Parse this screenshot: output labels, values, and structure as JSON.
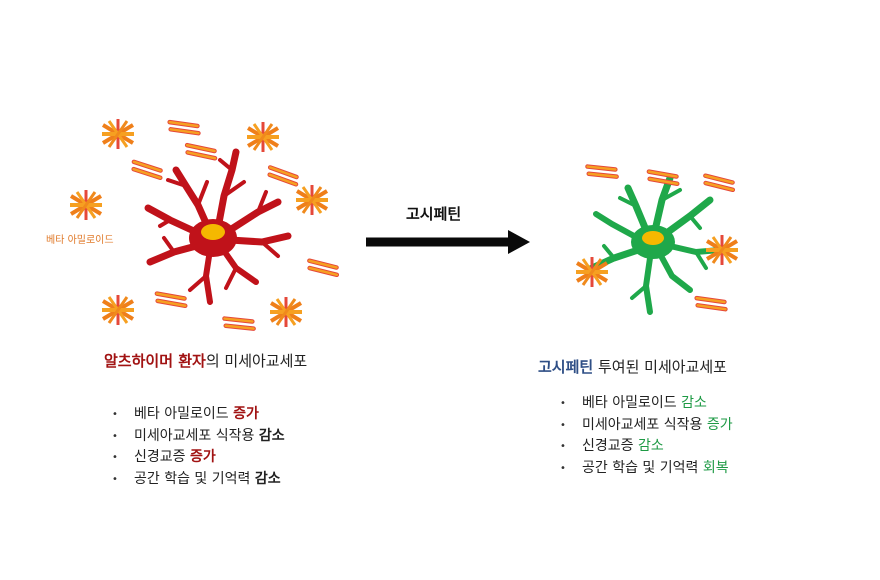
{
  "colors": {
    "amyloid": "#f08a1c",
    "amyloid_edge": "#e5483a",
    "sick_cell": "#c0121a",
    "healthy_cell": "#1fa84a",
    "nucleus": "#f5b800",
    "arrow": "#0a0a0a"
  },
  "amyloid_label": "베타 아밀로이드",
  "arrow_label": "고시페틴",
  "left": {
    "caption_highlight": "알츠하이머 환자",
    "caption_rest": "의 미세아교세포",
    "items": [
      {
        "text": "베타 아밀로이드 ",
        "effect": "증가"
      },
      {
        "text": "미세아교세포 식작용 ",
        "effect": "감소"
      },
      {
        "text": "신경교증 ",
        "effect": "증가"
      },
      {
        "text": "공간 학습 및 기억력 ",
        "effect": "감소"
      }
    ]
  },
  "right": {
    "caption_highlight": "고시페틴",
    "caption_rest": " 투여된 미세아교세포",
    "items": [
      {
        "text": "베타 아밀로이드 ",
        "effect": "감소"
      },
      {
        "text": "미세아교세포 식작용 ",
        "effect": "증가"
      },
      {
        "text": "신경교증 ",
        "effect": "감소"
      },
      {
        "text": "공간 학습 및 기억력 ",
        "effect": "회복"
      }
    ]
  }
}
